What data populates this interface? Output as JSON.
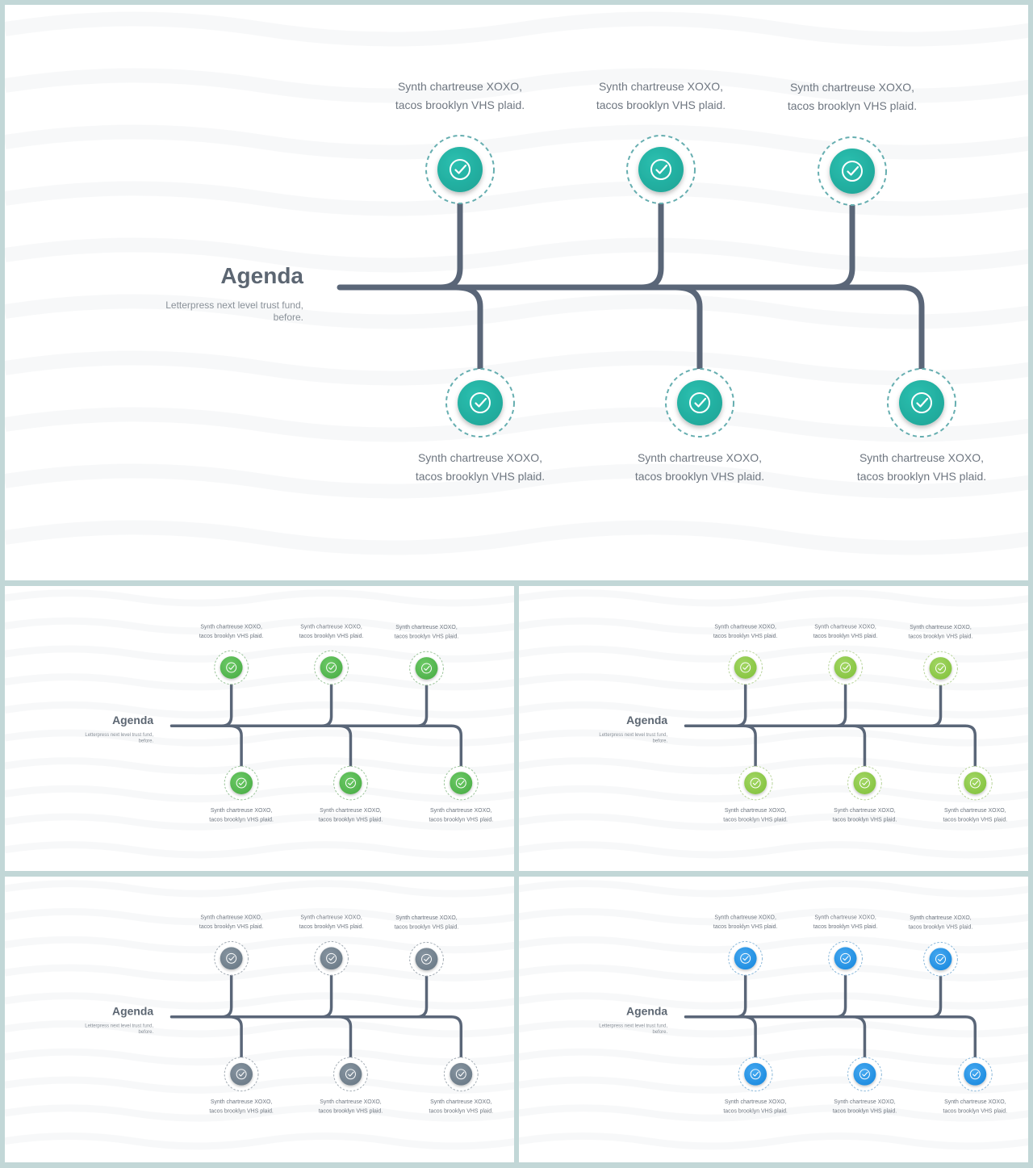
{
  "agenda": {
    "title": "Agenda",
    "subtitle_lines": [
      "Letterpress next level trust fund,",
      "before."
    ],
    "item_lines": [
      "Synth chartreuse XOXO,",
      "tacos brooklyn VHS plaid."
    ]
  },
  "colors": {
    "background": "#c2d7d7",
    "slide": "#ffffff",
    "connector": "#5a6678",
    "icon": "#ffffff"
  },
  "slides": [
    {
      "id": "teal",
      "theme": "#1fa89a",
      "theme_light": "#2cc0b0",
      "ring": "#66aeb0"
    },
    {
      "id": "green",
      "theme": "#4db049",
      "theme_light": "#6cc966",
      "ring": "#9bc49a"
    },
    {
      "id": "lime",
      "theme": "#86c441",
      "theme_light": "#a2d664",
      "ring": "#b7d49a"
    },
    {
      "id": "gray",
      "theme": "#6c7b88",
      "theme_light": "#8694a0",
      "ring": "#a2abb3"
    },
    {
      "id": "blue",
      "theme": "#1e8ce0",
      "theme_light": "#45a8f0",
      "ring": "#8ab8da"
    }
  ],
  "milestone_icon": "check-circle-icon"
}
